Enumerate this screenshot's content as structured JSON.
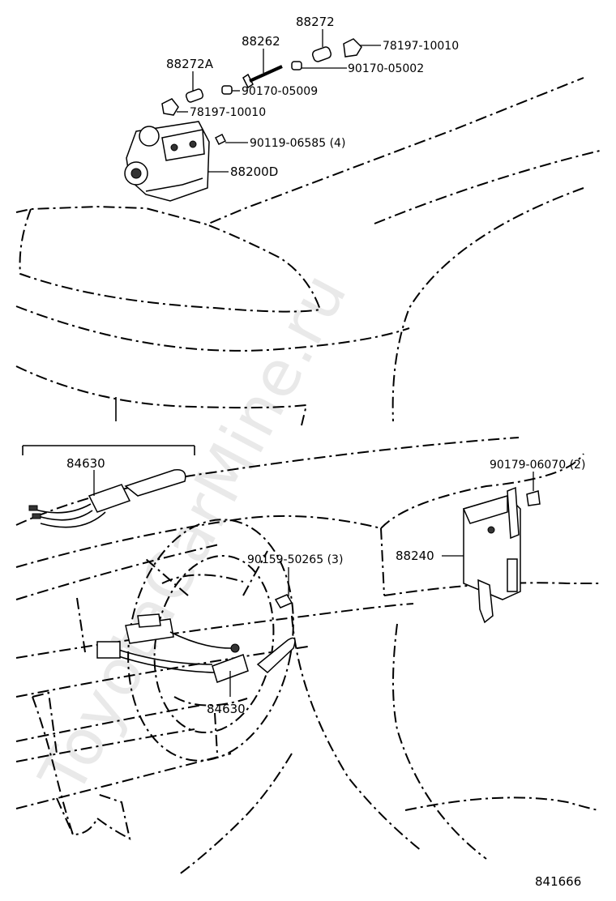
{
  "watermark": "ToyotaCarMine.ru",
  "labels": {
    "p88272_top": "88272",
    "p78197_top": "78197-10010",
    "p88262": "88262",
    "p90170_05002": "90170-05002",
    "p88272A": "88272A",
    "p90170_05009": "90170-05009",
    "p78197_mid": "78197-10010",
    "p90119": "90119-06585 (4)",
    "p88200D": "88200D",
    "p84630_inset": "84630",
    "p90179": "90179-06070 (2)",
    "p88240": "88240",
    "p90159": "90159-50265 (3)",
    "p84630_main": "84630",
    "diagram_no": "841666"
  }
}
